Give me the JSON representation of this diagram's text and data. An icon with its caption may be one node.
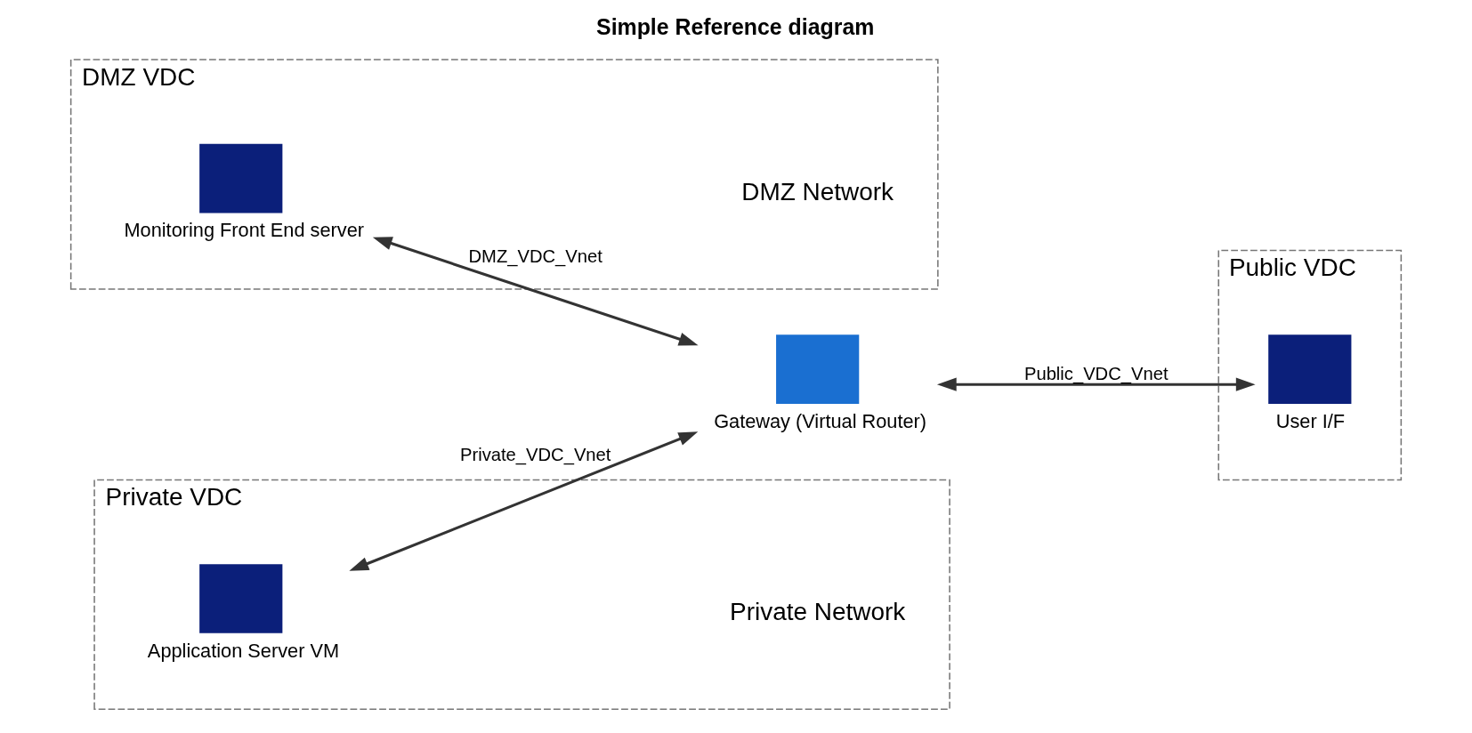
{
  "diagram": {
    "title": "Simple Reference diagram",
    "nodes": [
      {
        "text": [
          "DMZ VDC",
          "DMZ Network"
        ]
      },
      {
        "text": [
          "Monitoring Front End server"
        ],
        "in": 0
      },
      {
        "text": [
          "Private VDC",
          "Private Network"
        ]
      },
      {
        "text": [
          "Application Server VM"
        ],
        "in": 2
      },
      {
        "text": [
          "Gateway (Virtual Router)"
        ]
      },
      {
        "text": [
          "Public VDC"
        ]
      },
      {
        "text": [
          "User I/F"
        ],
        "in": 5
      }
    ],
    "edges": [
      {
        "from": 1,
        "to": 4,
        "arrow": "both",
        "label": "DMZ_VDC_Vnet"
      },
      {
        "from": 4,
        "to": 6,
        "arrow": "both",
        "label": "Public_VDC_Vnet"
      },
      {
        "from": 3,
        "to": 4,
        "arrow": "both",
        "label": "Private_VDC_Vnet"
      }
    ]
  }
}
